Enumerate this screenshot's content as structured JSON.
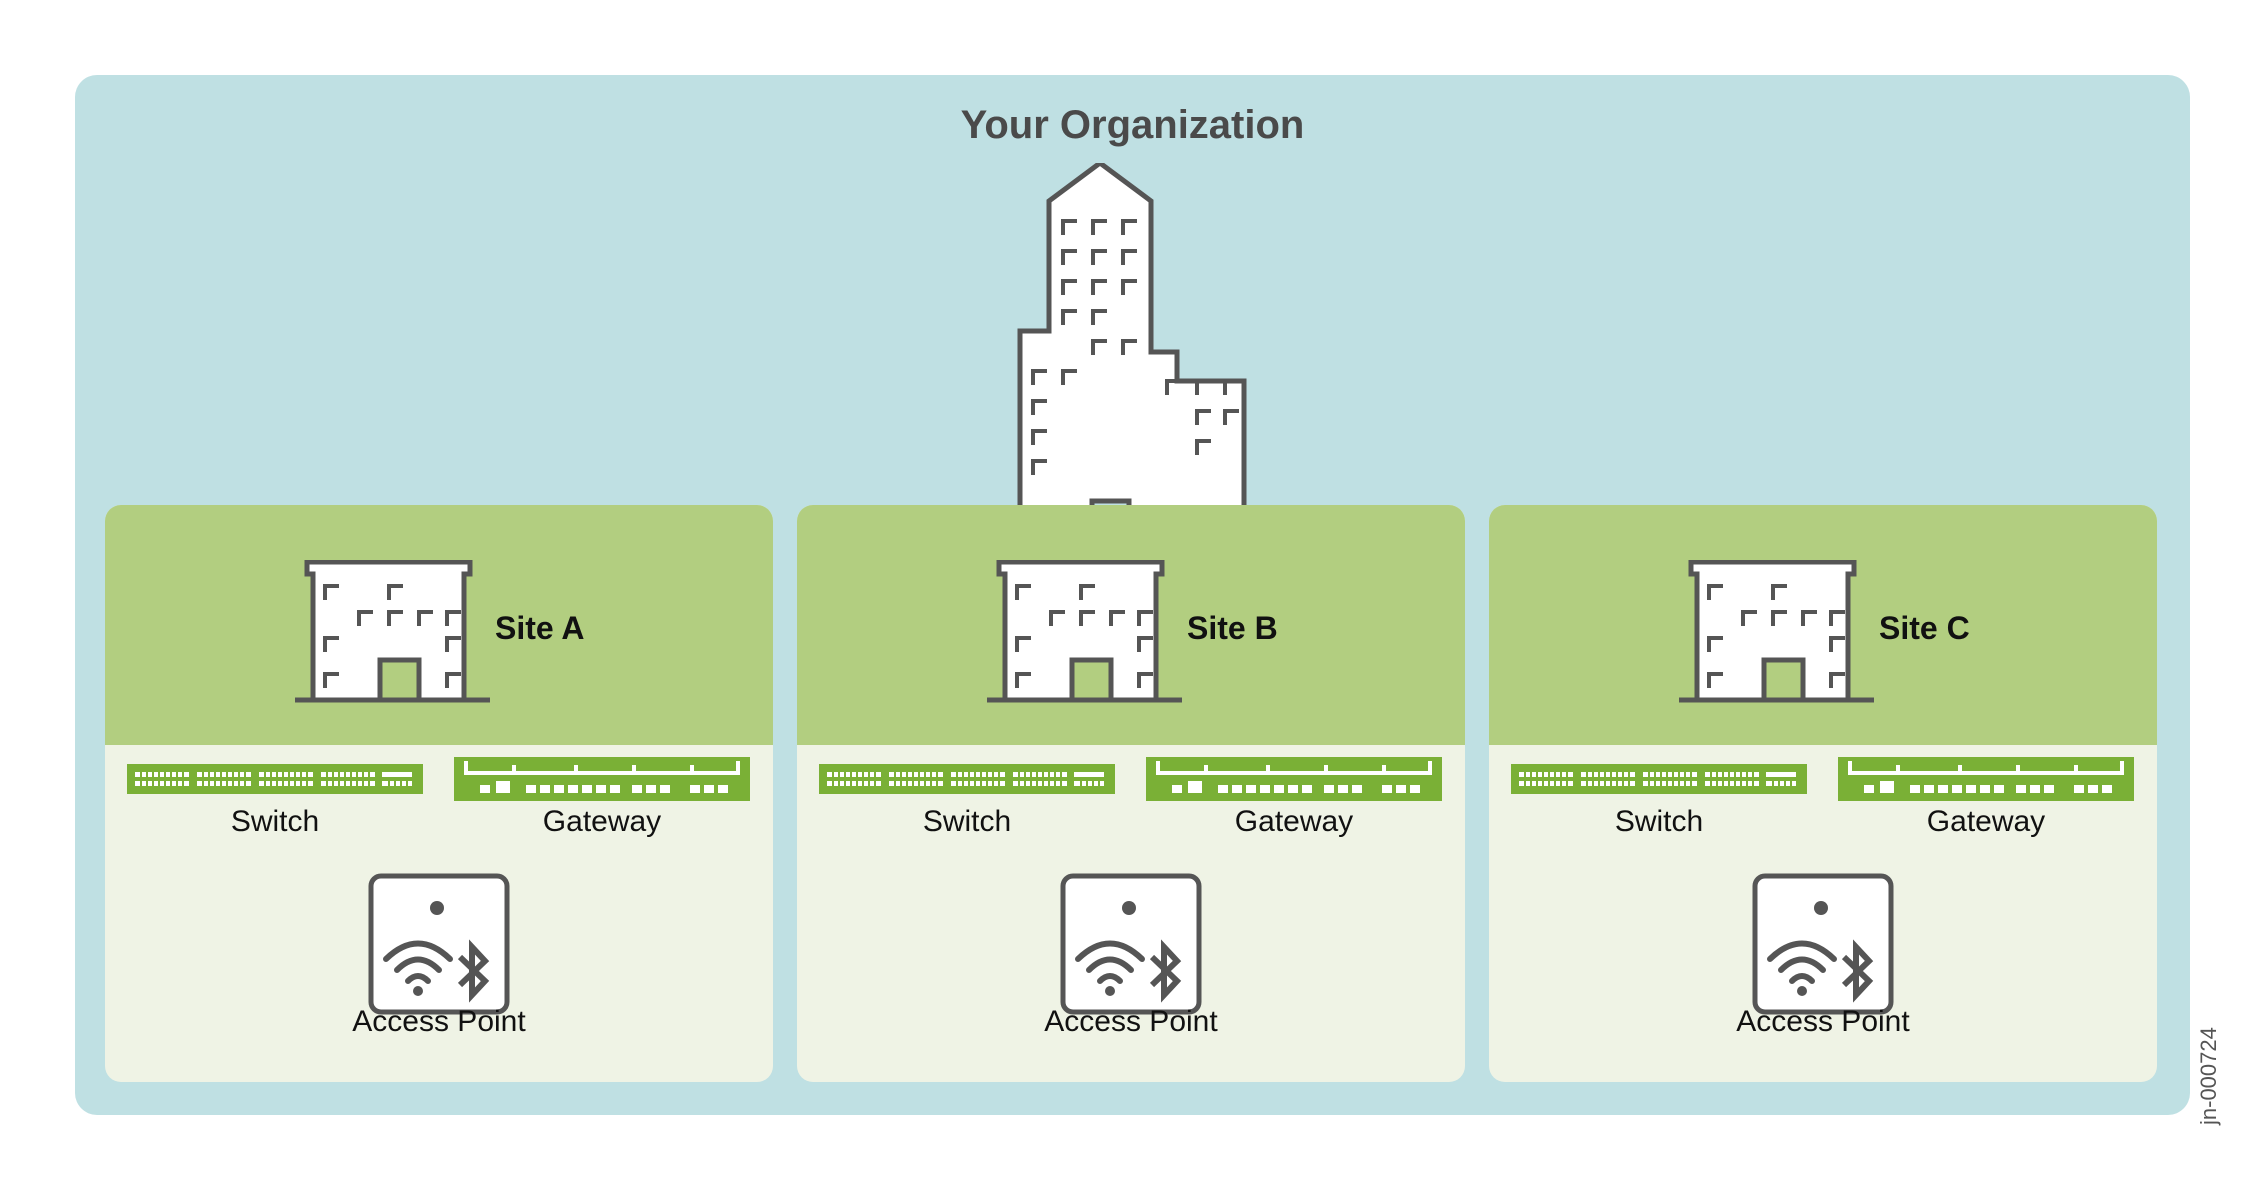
{
  "organization": {
    "title": "Your Organization"
  },
  "sites": [
    {
      "name": "Site A",
      "switch_label": "Switch",
      "gateway_label": "Gateway",
      "ap_label": "Access Point"
    },
    {
      "name": "Site B",
      "switch_label": "Switch",
      "gateway_label": "Gateway",
      "ap_label": "Access Point"
    },
    {
      "name": "Site C",
      "switch_label": "Switch",
      "gateway_label": "Gateway",
      "ap_label": "Access Point"
    }
  ],
  "doc_id": "jn-000724",
  "icons": {
    "organization": "office-tower-icon",
    "site": "building-icon",
    "switch": "switch-icon",
    "gateway": "gateway-icon",
    "access_point": "access-point-icon",
    "wifi": "wifi-icon",
    "bluetooth": "bluetooth-icon"
  },
  "colors": {
    "org_background": "#bfe0e3",
    "site_header": "#b2ce80",
    "site_body": "#eff3e5",
    "device_green": "#7ab036",
    "icon_stroke": "#555555"
  }
}
